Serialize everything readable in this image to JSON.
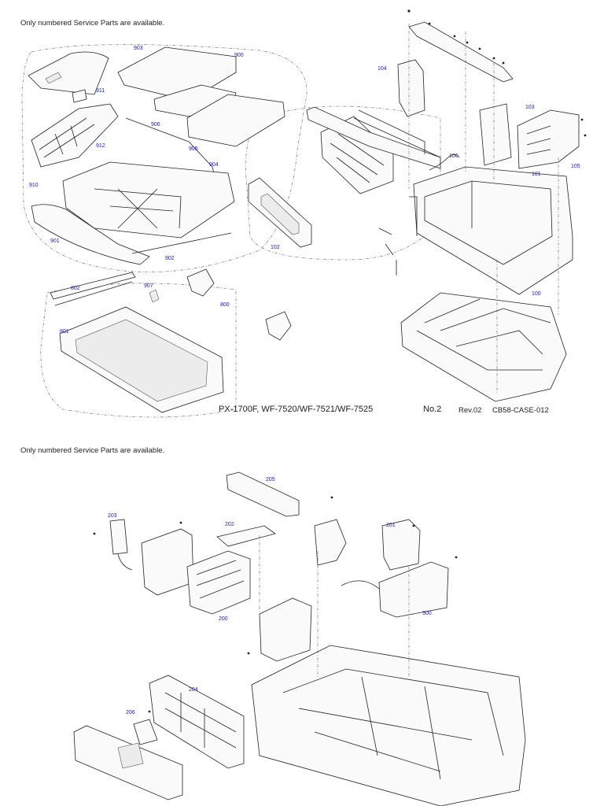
{
  "notes": {
    "top": "Only numbered Service Parts are available.",
    "bottom": "Only numbered Service Parts are available."
  },
  "footer": {
    "model": "PX-1700F, WF-7520/WF-7521/WF-7525",
    "number": "No.2",
    "revision": "Rev.02",
    "code": "CB58-CASE-012"
  },
  "parts_top": {
    "p903": "903",
    "p900": "900",
    "p911": "911",
    "p906": "906",
    "p912": "912",
    "p905": "905",
    "p904": "904",
    "p910": "910",
    "p901": "901",
    "p902": "902",
    "p102": "102",
    "p104": "104",
    "p103": "103",
    "p106": "106",
    "p105": "105",
    "p101": "101",
    "p100": "100",
    "p802": "802",
    "p907": "907",
    "p800": "800",
    "p801": "801"
  },
  "parts_bottom": {
    "p205": "205",
    "p203": "203",
    "p202": "202",
    "p201": "201",
    "p200": "200",
    "p300": "300",
    "p204": "204",
    "p206": "206"
  }
}
